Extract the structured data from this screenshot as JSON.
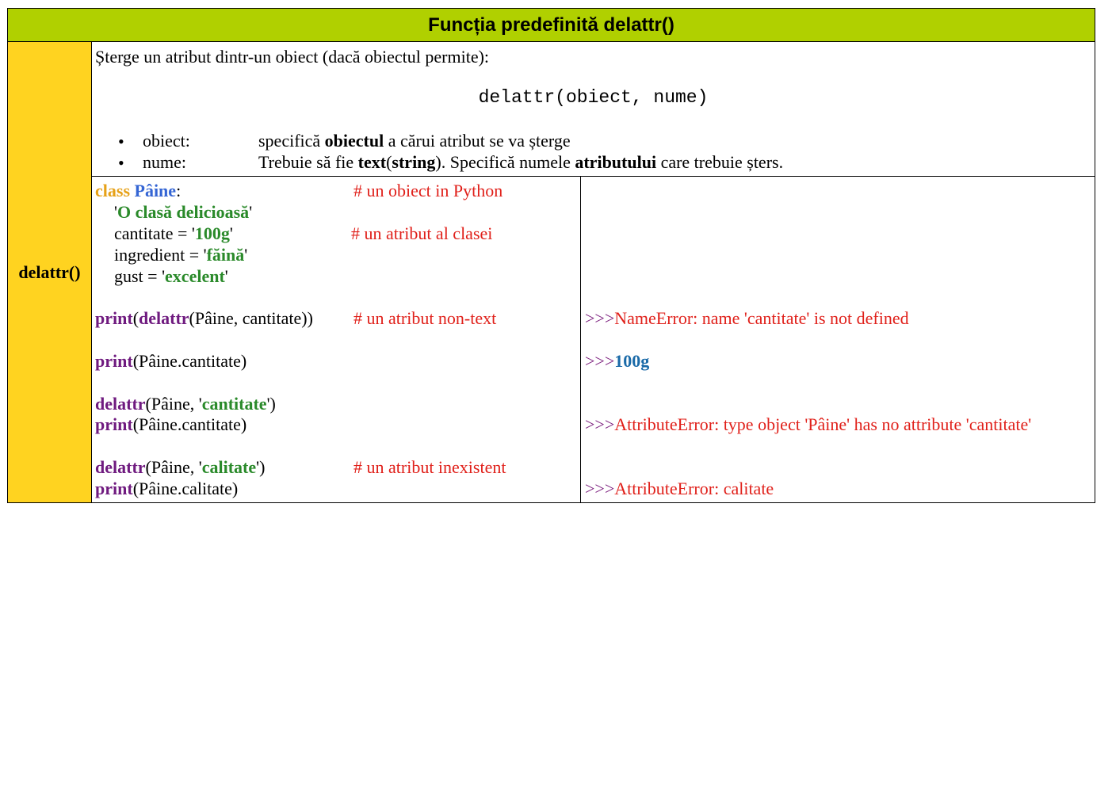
{
  "title": "Funcția predefinită delattr()",
  "side_label": "delattr()",
  "description": {
    "intro": "Șterge un atribut dintr-un obiect (dacă obiectul permite):",
    "syntax": "delattr(obiect, nume)",
    "params": [
      {
        "bullet": "•",
        "name": "obiect:",
        "parts": [
          "specifică ",
          "obiectul",
          " a cărui atribut se va șterge"
        ]
      },
      {
        "bullet": "•",
        "name": "nume:",
        "parts": [
          "Trebuie să fie ",
          "text",
          "(",
          "string",
          "). Specifică numele ",
          "atributului",
          " care trebuie șters."
        ]
      }
    ]
  },
  "code": {
    "l1": {
      "kw": "class",
      "name": "Pâine",
      "colon": ":",
      "comment": "# un obiect in Python"
    },
    "l2": {
      "q1": "'",
      "str": "O clasă delicioasă",
      "q2": "'"
    },
    "l3": {
      "pre": "cantitate = '",
      "str": "100g",
      "post": "'",
      "comment": "# un atribut al clasei"
    },
    "l4": {
      "pre": "ingredient = '",
      "str": "făină",
      "post": "'"
    },
    "l5": {
      "pre": "gust = '",
      "str": "excelent",
      "post": "'"
    },
    "l6": {
      "fn": "print",
      "p1": "(",
      "fn2": "delattr",
      "rest": "(Pâine, cantitate))",
      "comment": "# un atribut non-text"
    },
    "l7": {
      "fn": "print",
      "rest": "(Pâine.cantitate)"
    },
    "l8": {
      "fn": "delattr",
      "pre": "(Pâine, '",
      "str": "cantitate",
      "post": "')"
    },
    "l9": {
      "fn": "print",
      "rest": "(Pâine.cantitate)"
    },
    "l10": {
      "fn": "delattr",
      "pre": "(Pâine, '",
      "str": "calitate",
      "post": "')",
      "comment": "# un atribut inexistent"
    },
    "l11": {
      "fn": "print",
      "rest": "(Pâine.calitate)"
    }
  },
  "output": {
    "prompt": ">>>",
    "o1": "NameError: name 'cantitate' is not defined",
    "o2": "100g",
    "o3": "AttributeError: type object 'Pâine' has no attribute 'cantitate'",
    "o4": "AttributeError: calitate"
  },
  "colors": {
    "title_bg": "#b0d000",
    "side_bg": "#ffd320",
    "keyword": "#e6a118",
    "class_name": "#3465d4",
    "string": "#2a8a2a",
    "function": "#6f1a7f",
    "comment": "#e0201a",
    "output_value": "#1a6aa8"
  }
}
